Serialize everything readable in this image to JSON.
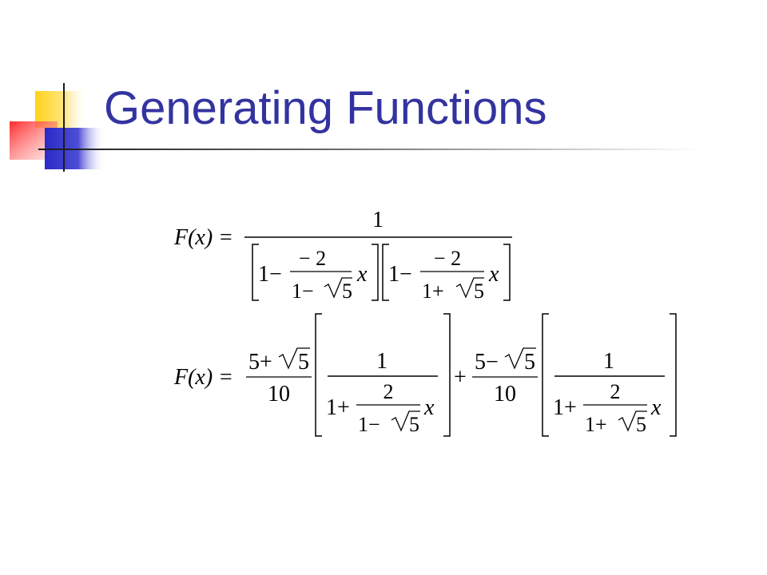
{
  "slide": {
    "title": "Generating Functions"
  },
  "colors": {
    "title": "#3333a0",
    "deco_yellow": "#ffcc00",
    "deco_blue": "#3333cc",
    "deco_red": "#ff3333"
  },
  "equation_1": {
    "lhs": "F(x) =",
    "numerator": "1",
    "factor_1": {
      "lead": "1−",
      "frac_numerator": "− 2",
      "frac_denominator_lead": "1−",
      "radicand": "5",
      "variable": "x"
    },
    "factor_2": {
      "lead": "1−",
      "frac_numerator": "− 2",
      "frac_denominator_lead": "1+",
      "radicand": "5",
      "variable": "x"
    }
  },
  "equation_2": {
    "lhs": "F(x) =",
    "term_1": {
      "coef_numerator_lead": "5+",
      "coef_radicand": "5",
      "coef_denominator": "10",
      "numerator": "1",
      "lead": "1+",
      "frac_numerator": "2",
      "frac_denominator_lead": "1−",
      "radicand": "5",
      "variable": "x"
    },
    "operator": "+",
    "term_2": {
      "coef_numerator_lead": "5−",
      "coef_radicand": "5",
      "coef_denominator": "10",
      "numerator": "1",
      "lead": "1+",
      "frac_numerator": "2",
      "frac_denominator_lead": "1+",
      "radicand": "5",
      "variable": "x"
    }
  }
}
